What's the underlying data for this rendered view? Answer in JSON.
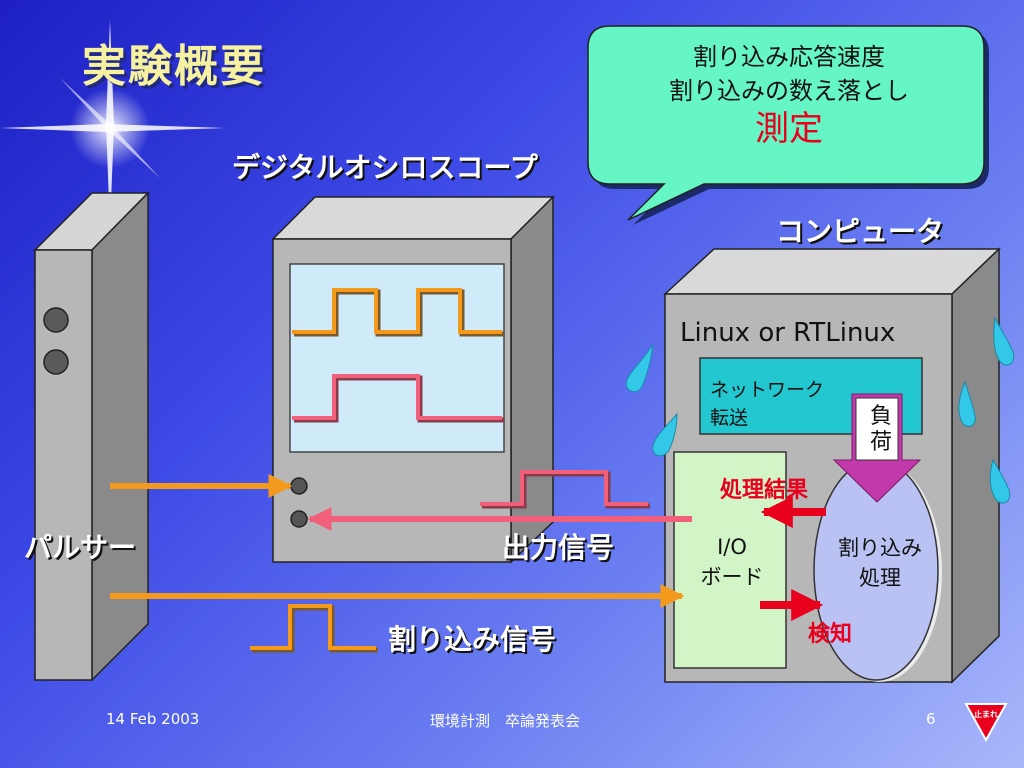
{
  "title": "実験概要",
  "labels": {
    "oscilloscope": "デジタルオシロスコープ",
    "computer": "コンピュータ",
    "pulser": "パルサー",
    "output_signal": "出力信号",
    "interrupt_signal": "割り込み信号"
  },
  "bubble": {
    "line1": "割り込み応答速度",
    "line2": "割り込みの数え落とし",
    "line3": "測定"
  },
  "computer": {
    "os": "Linux or RTLinux",
    "network_line1": "ネットワーク",
    "network_line2": "転送",
    "load": "負荷",
    "io_line1": "I/O",
    "io_line2": "ボード",
    "irq_line1": "割り込み",
    "irq_line2": "処理",
    "result": "処理結果",
    "detect": "検知"
  },
  "footer": {
    "date": "14 Feb 2003",
    "event": "環境計測　卒論発表会",
    "page": "6",
    "stop_sign": "止まれ"
  },
  "colors": {
    "title": "#f7f2a0",
    "accent_red": "#e8001c",
    "orange_signal": "#f39a1c",
    "pink_signal": "#f0607a",
    "bubble_fill": "#66f5c4",
    "network_fill": "#22c7cf",
    "io_fill": "#d2f5c8",
    "load_arrow": "#c23aaa",
    "water_drop": "#33c8e8"
  }
}
